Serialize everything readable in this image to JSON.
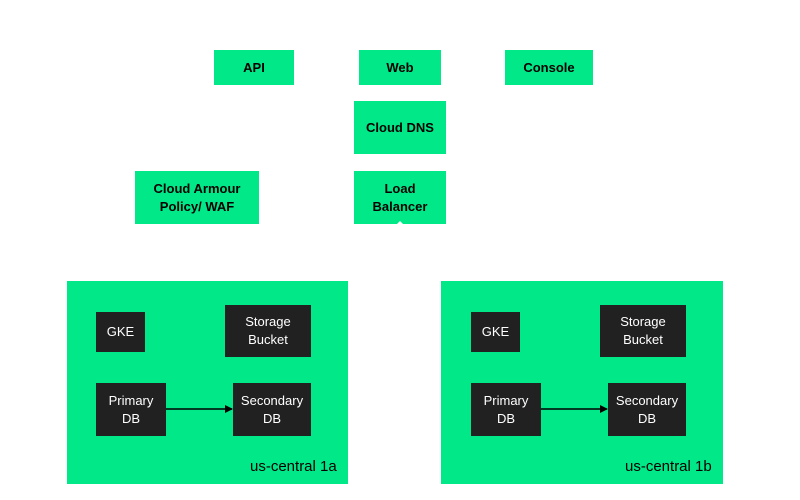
{
  "top_nodes": {
    "api": "API",
    "web": "Web",
    "console": "Console"
  },
  "cloud_dns": "Cloud DNS",
  "cloud_armour": "Cloud Armour Policy/ WAF",
  "load_balancer": "Load Balancer",
  "zones": [
    {
      "label": "us-central 1a",
      "gke": "GKE",
      "storage": "Storage Bucket",
      "primary_db": "Primary DB",
      "secondary_db": "Secondary DB"
    },
    {
      "label": "us-central 1b",
      "gke": "GKE",
      "storage": "Storage Bucket",
      "primary_db": "Primary DB",
      "secondary_db": "Secondary DB"
    }
  ],
  "colors": {
    "green": "#00e887",
    "dark": "#212121",
    "text": "#000000"
  }
}
